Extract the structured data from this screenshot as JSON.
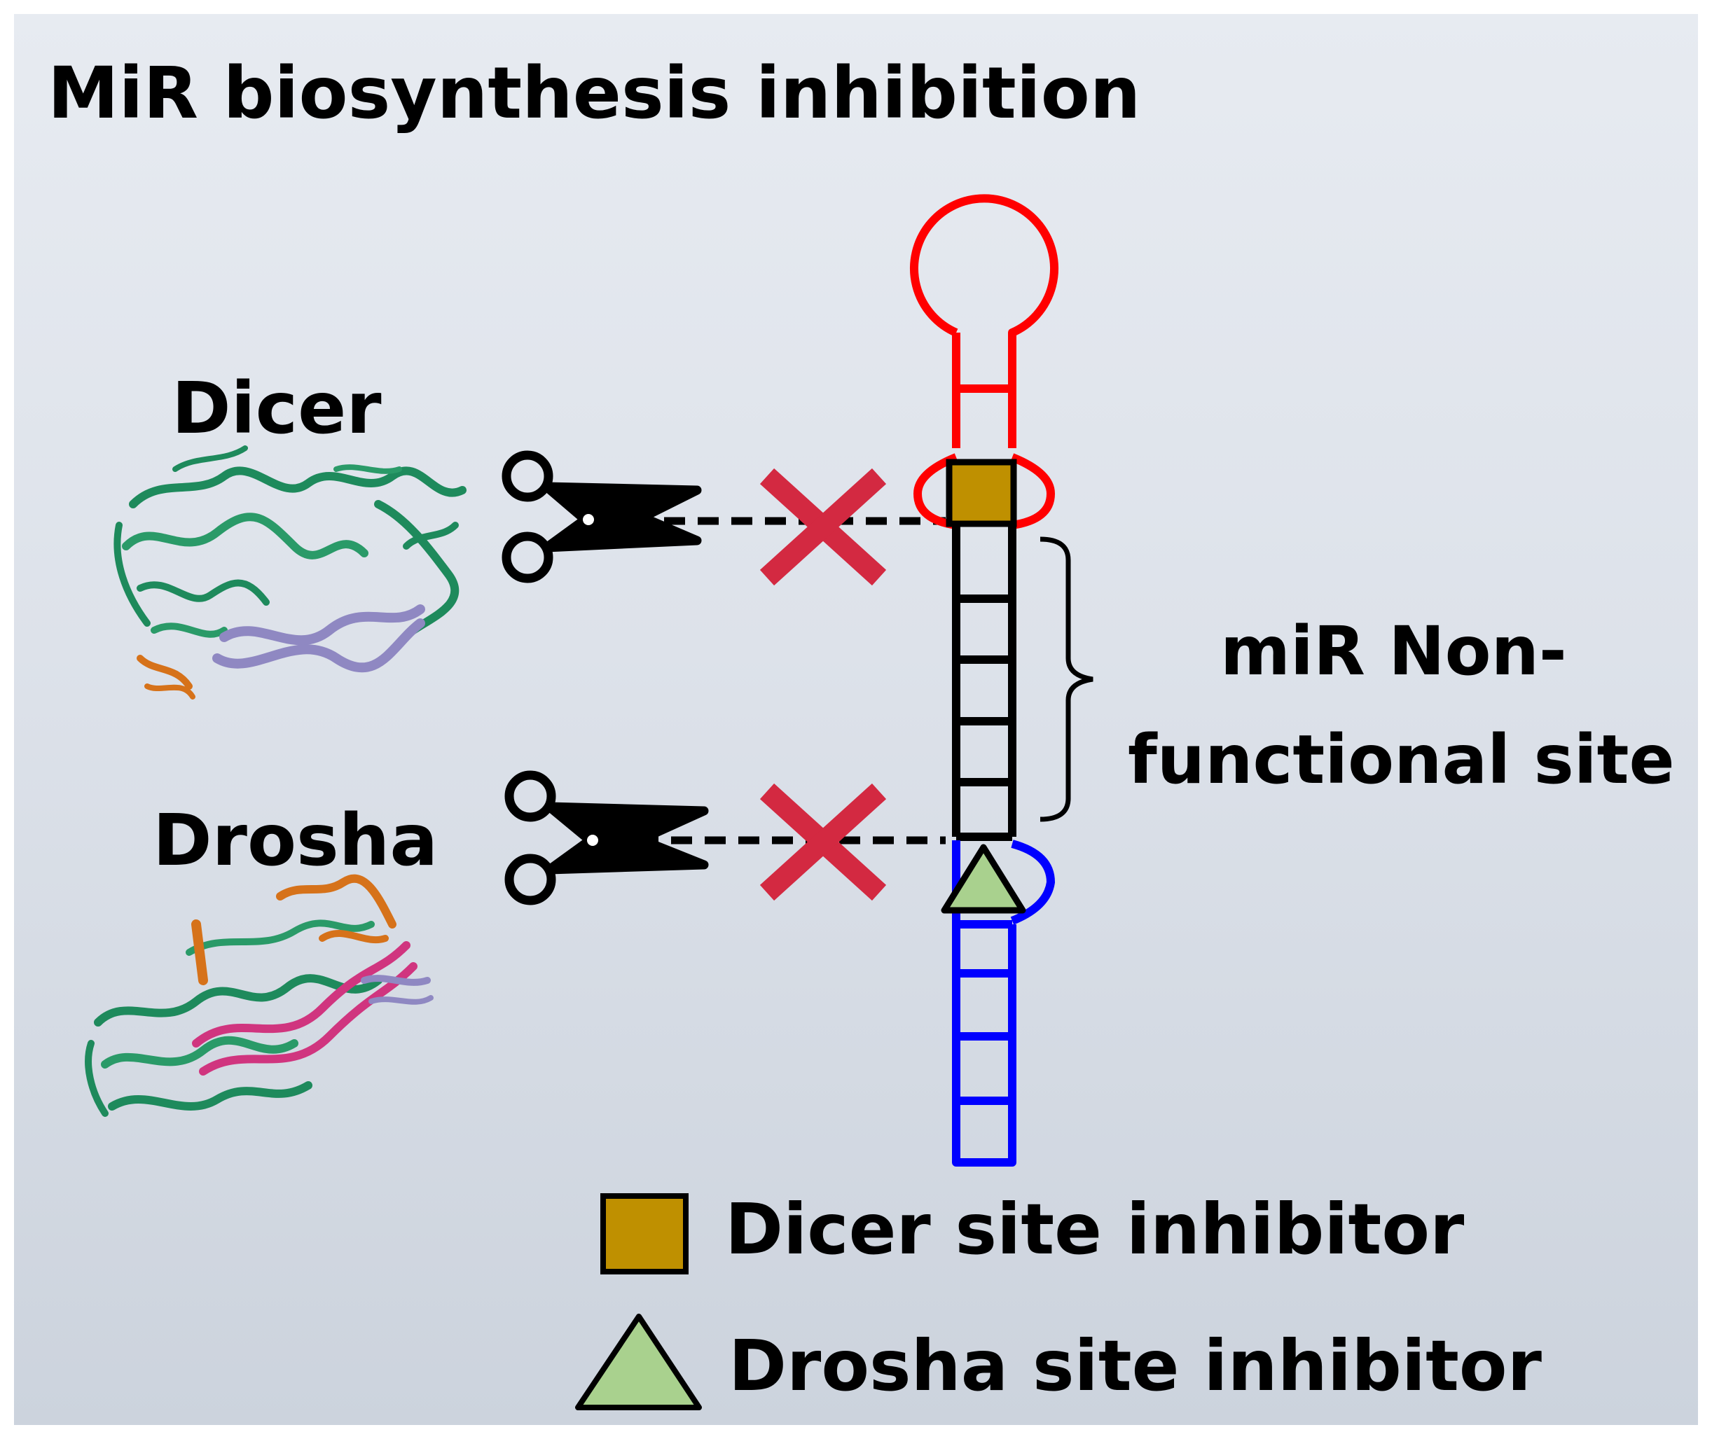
{
  "title": "MiR biosynthesis inhibition",
  "enzymes": {
    "dicer": {
      "label": "Dicer"
    },
    "drosha": {
      "label": "Drosha"
    }
  },
  "annotation": {
    "line1": "miR Non-",
    "line2": "functional site"
  },
  "legend": {
    "dicer_inhibitor": "Dicer site inhibitor",
    "drosha_inhibitor": "Drosha site inhibitor"
  },
  "colors": {
    "loop": "#ff0000",
    "stem": "#000000",
    "lower_stem": "#0000ff",
    "dicer_inhibitor": "#bf9000",
    "drosha_inhibitor": "#a9d18e",
    "block_x": "#d32941",
    "protein_green": "#1e8a5c",
    "protein_purple": "#8f88c2",
    "protein_orange": "#d6721a",
    "protein_pink": "#d0357f"
  },
  "icons": [
    "scissors-icon",
    "cross-icon",
    "dicer-structure",
    "drosha-structure"
  ]
}
